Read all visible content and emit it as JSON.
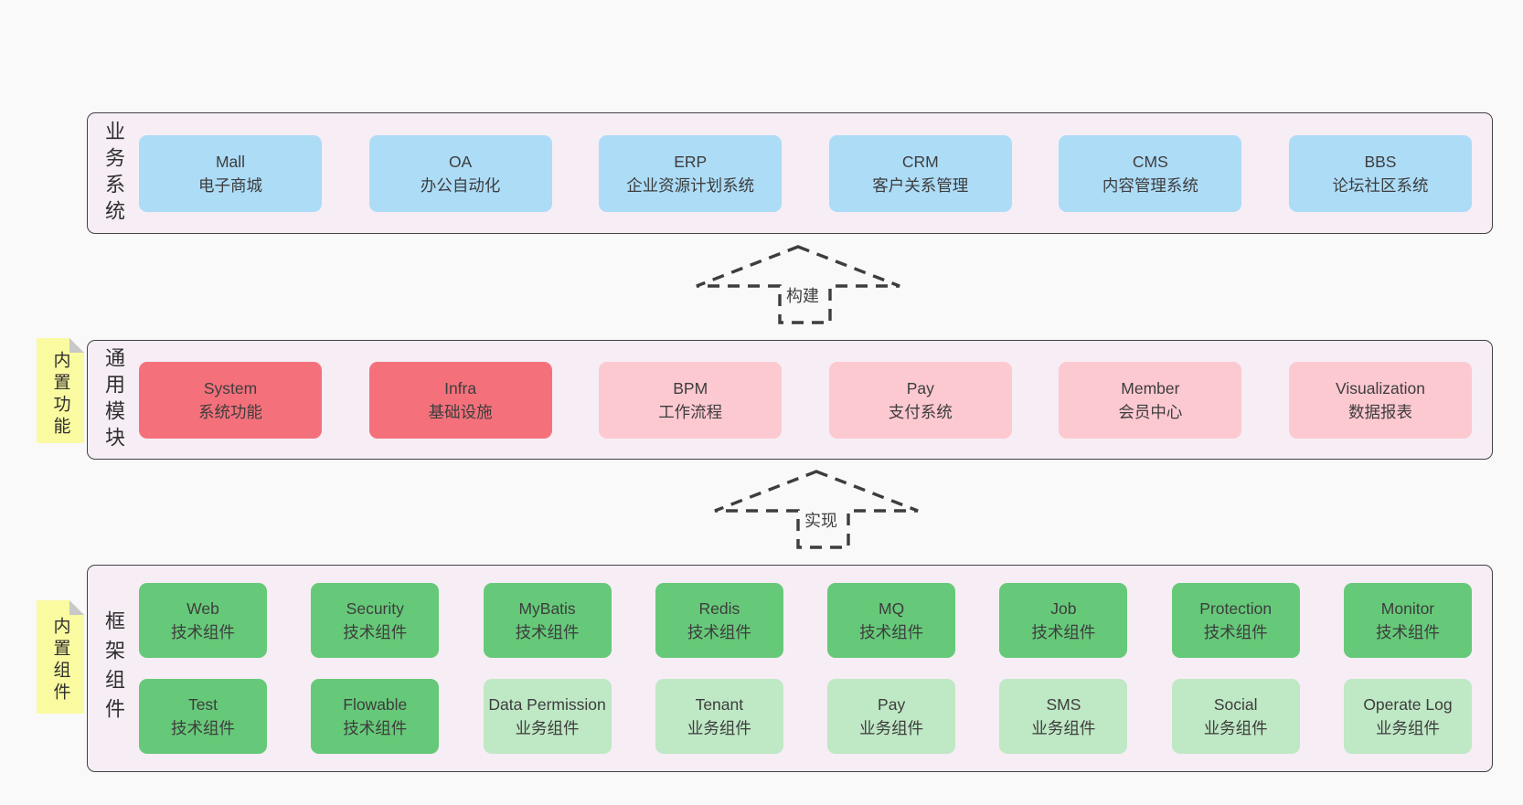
{
  "layers": {
    "business": {
      "label": "业务系统",
      "boxes": [
        {
          "title": "Mall",
          "subtitle": "电子商城"
        },
        {
          "title": "OA",
          "subtitle": "办公自动化"
        },
        {
          "title": "ERP",
          "subtitle": "企业资源计划系统"
        },
        {
          "title": "CRM",
          "subtitle": "客户关系管理"
        },
        {
          "title": "CMS",
          "subtitle": "内容管理系统"
        },
        {
          "title": "BBS",
          "subtitle": "论坛社区系统"
        }
      ]
    },
    "modules": {
      "label": "通用模块",
      "sticky": "内置功能",
      "boxes": [
        {
          "title": "System",
          "subtitle": "系统功能",
          "variant": "red"
        },
        {
          "title": "Infra",
          "subtitle": "基础设施",
          "variant": "red"
        },
        {
          "title": "BPM",
          "subtitle": "工作流程",
          "variant": "pink"
        },
        {
          "title": "Pay",
          "subtitle": "支付系统",
          "variant": "pink"
        },
        {
          "title": "Member",
          "subtitle": "会员中心",
          "variant": "pink"
        },
        {
          "title": "Visualization",
          "subtitle": "数据报表",
          "variant": "pink"
        }
      ]
    },
    "components": {
      "label": "框架组件",
      "sticky": "内置组件",
      "rows": [
        [
          {
            "title": "Web",
            "subtitle": "技术组件",
            "variant": "green-dark"
          },
          {
            "title": "Security",
            "subtitle": "技术组件",
            "variant": "green-dark"
          },
          {
            "title": "MyBatis",
            "subtitle": "技术组件",
            "variant": "green-dark"
          },
          {
            "title": "Redis",
            "subtitle": "技术组件",
            "variant": "green-dark"
          },
          {
            "title": "MQ",
            "subtitle": "技术组件",
            "variant": "green-dark"
          },
          {
            "title": "Job",
            "subtitle": "技术组件",
            "variant": "green-dark"
          },
          {
            "title": "Protection",
            "subtitle": "技术组件",
            "variant": "green-dark"
          },
          {
            "title": "Monitor",
            "subtitle": "技术组件",
            "variant": "green-dark"
          }
        ],
        [
          {
            "title": "Test",
            "subtitle": "技术组件",
            "variant": "green-dark"
          },
          {
            "title": "Flowable",
            "subtitle": "技术组件",
            "variant": "green-dark"
          },
          {
            "title": "Data Permission",
            "subtitle": "业务组件",
            "variant": "green-light"
          },
          {
            "title": "Tenant",
            "subtitle": "业务组件",
            "variant": "green-light"
          },
          {
            "title": "Pay",
            "subtitle": "业务组件",
            "variant": "green-light"
          },
          {
            "title": "SMS",
            "subtitle": "业务组件",
            "variant": "green-light"
          },
          {
            "title": "Social",
            "subtitle": "业务组件",
            "variant": "green-light"
          },
          {
            "title": "Operate Log",
            "subtitle": "业务组件",
            "variant": "green-light"
          }
        ]
      ]
    }
  },
  "arrows": [
    {
      "label": "构建"
    },
    {
      "label": "实现"
    }
  ],
  "colors": {
    "background": "#f9f9f9",
    "panel_background": "#f6edf5",
    "panel_border": "#424242",
    "box_blue": "#addcf7",
    "box_red": "#f4717c",
    "box_pink": "#fdc9d1",
    "box_green_dark": "#66c979",
    "box_green_light": "#bfe8c5",
    "sticky_yellow": "#fafaa0",
    "sticky_fold_gray": "#c8c8c8",
    "dash": "#3d3d3d",
    "text": "#3d3d3d"
  }
}
